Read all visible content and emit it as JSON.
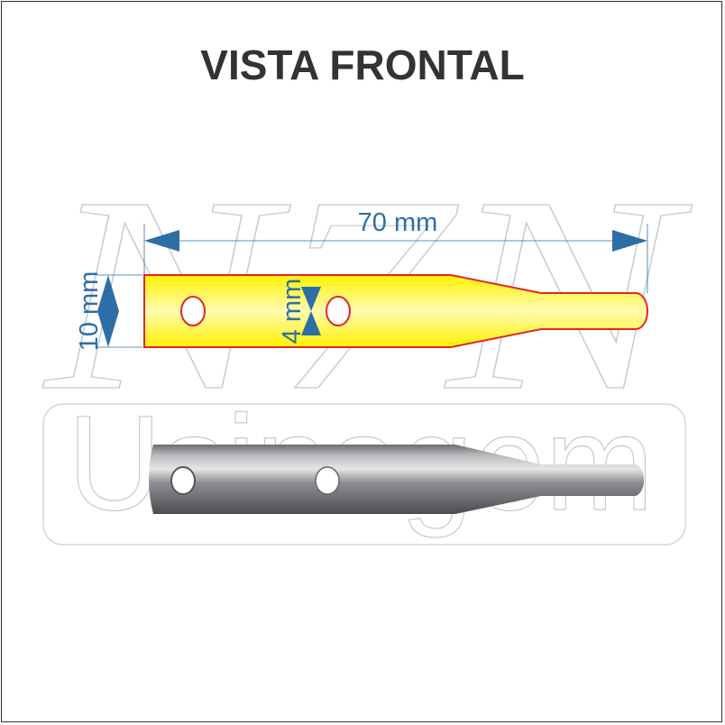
{
  "title": "VISTA FRONTAL",
  "watermark": {
    "logo": "N7N",
    "subtitle": "Usinagem"
  },
  "dimensions": {
    "length": "70 mm",
    "height": "10 mm",
    "hole": "4 mm"
  },
  "colors": {
    "dimension": "#2e6ea6",
    "part_fill": "#fff200",
    "part_outline": "#e0262b",
    "title": "#333333"
  }
}
